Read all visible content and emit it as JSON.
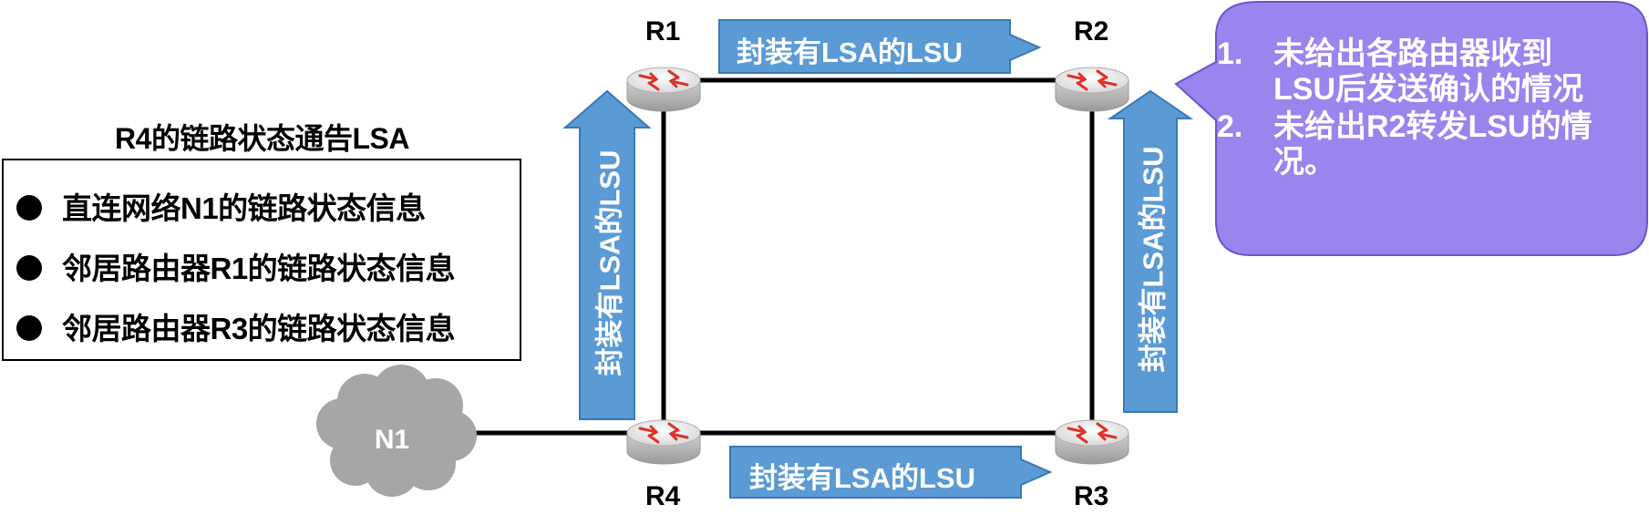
{
  "lsa": {
    "title": "R4的链路状态通告LSA",
    "items": [
      "直连网络N1的链路状态信息",
      "邻居路由器R1的链路状态信息",
      "邻居路由器R3的链路状态信息"
    ]
  },
  "routers": {
    "r1": "R1",
    "r2": "R2",
    "r3": "R3",
    "r4": "R4"
  },
  "network": "N1",
  "lsu_arrows": {
    "top": "封装有LSA的LSU",
    "bottom": "封装有LSA的LSU",
    "left": "封装有LSA的LSU",
    "right": "封装有LSA的LSU"
  },
  "note": {
    "items": [
      {
        "num": "1.",
        "text": "未给出各路由器收到LSU后发送确认的情况"
      },
      {
        "num": "2.",
        "text": "未给出R2转发LSU的情况。"
      }
    ]
  },
  "colors": {
    "arrow_fill": "#5b9bd5",
    "note_fill": "#9b84ee",
    "cloud_fill": "#a6a6a6"
  }
}
